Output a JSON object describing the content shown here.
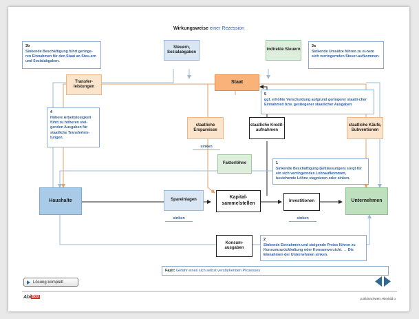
{
  "title": {
    "main": "Wirkungsweise",
    "highlight": "einer Rezession"
  },
  "boxes": {
    "steuern": "Steuern, Sozialabgaben",
    "indirekte": "indirekte Steuern",
    "staat": "Staat",
    "transfer": "Transfer-leistungen",
    "ersparnisse": "staatliche Ersparnisse",
    "kredit": "staatliche Kredit-aufnahmen",
    "kaeufe": "staatliche Käufe, Subventionen",
    "faktorloehne": "Faktorlöhne",
    "haushalte": "Haushalte",
    "spareinlagen": "Spareinlagen",
    "kapital": "Kapital-sammelstellen",
    "investitionen": "Investitionen",
    "unternehmen": "Unternehmen",
    "konsum": "Konsum-ausgaben"
  },
  "sinken": {
    "s1": "sinken",
    "s2": "sinken",
    "s3": "sinken"
  },
  "notes": {
    "n3b": {
      "nr": "3b",
      "text": "Sinkende Beschäftigung führt geringe-ren Einnahmen für den Staat an Steu-ern und Sozialabgaben."
    },
    "n3a": {
      "nr": "3a",
      "text": "Sinkende Umsätze führen zu ei-nem sich verringernden Steuer-aufkommen."
    },
    "n5": {
      "nr": "5",
      "text": "ggf. erhöhte Verschuldung aufgrund geringerer staatli-cher Einnahmen bzw. gestiegener staatlicher Ausgaben"
    },
    "n4": {
      "nr": "4",
      "text": "Höhere Arbeitslosigkeit führt zu höheren stei-genden Ausgaben für staatliche Transferleis-tungen."
    },
    "n1": {
      "nr": "1",
      "text": "Sinkende Beschäftigung (Entlassungen) sorgt für ein sich verringerndes Lohnaufkommen, bestehende Löhne stagnieren oder sinken."
    },
    "n2": {
      "nr": "2",
      "text": "Sinkende Einnahmen und steigende Preise führen zu Konsumzurückhaltung oder Konsumverzicht. → Die Einnahmen der Unternehmen sinken."
    }
  },
  "fazit": {
    "label": "Fazit:",
    "text": "Gefahr eines sich selbst verstärkenden Prozesses"
  },
  "button": {
    "label": "Lösung komplett"
  },
  "footer": {
    "logo": "Abi",
    "logo_badge": "BOX",
    "credit": "p.Bildnachweis.Hbrybild.o"
  },
  "colors": {
    "accent": "#2f5fa8",
    "orange": "#f9b27a",
    "blue": "#a9cbe8",
    "green": "#bfe0bf",
    "wire": "#e8a060",
    "wire_blue": "#9db8d6"
  }
}
